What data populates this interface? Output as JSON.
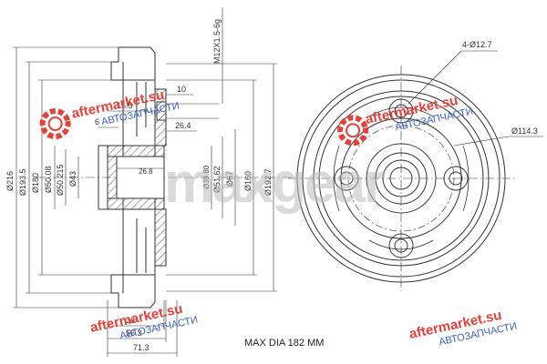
{
  "thread_label": "M12X1.5-6g",
  "holes_label": "4-Ø12.7",
  "pcd_label": "Ø114.3",
  "caption": "MAX DIA 182 MM",
  "dims_left": [
    "Ø216",
    "Ø193.5",
    "Ø180",
    "Ø50.08",
    "Ø50.215",
    "Ø43"
  ],
  "dims_inner": [
    "Ø39.80",
    "Ø51.62",
    "Ø67",
    "Ø160",
    "Ø192.7"
  ],
  "dims_top": [
    "10",
    "16.5",
    "6",
    "26.4"
  ],
  "dims_mid": [
    "26.8"
  ],
  "dims_bottom": [
    "36",
    "56.3",
    "71.3"
  ],
  "watermark": {
    "site": "aftermarket.su",
    "sub": "АВТОЗАПЧАСТИ",
    "brand": "maxgear"
  },
  "colors": {
    "line": "#333333",
    "watermark_red": "#e2423a",
    "watermark_blue": "#3a5fbf",
    "brand_grey": "#bdbdbd"
  }
}
